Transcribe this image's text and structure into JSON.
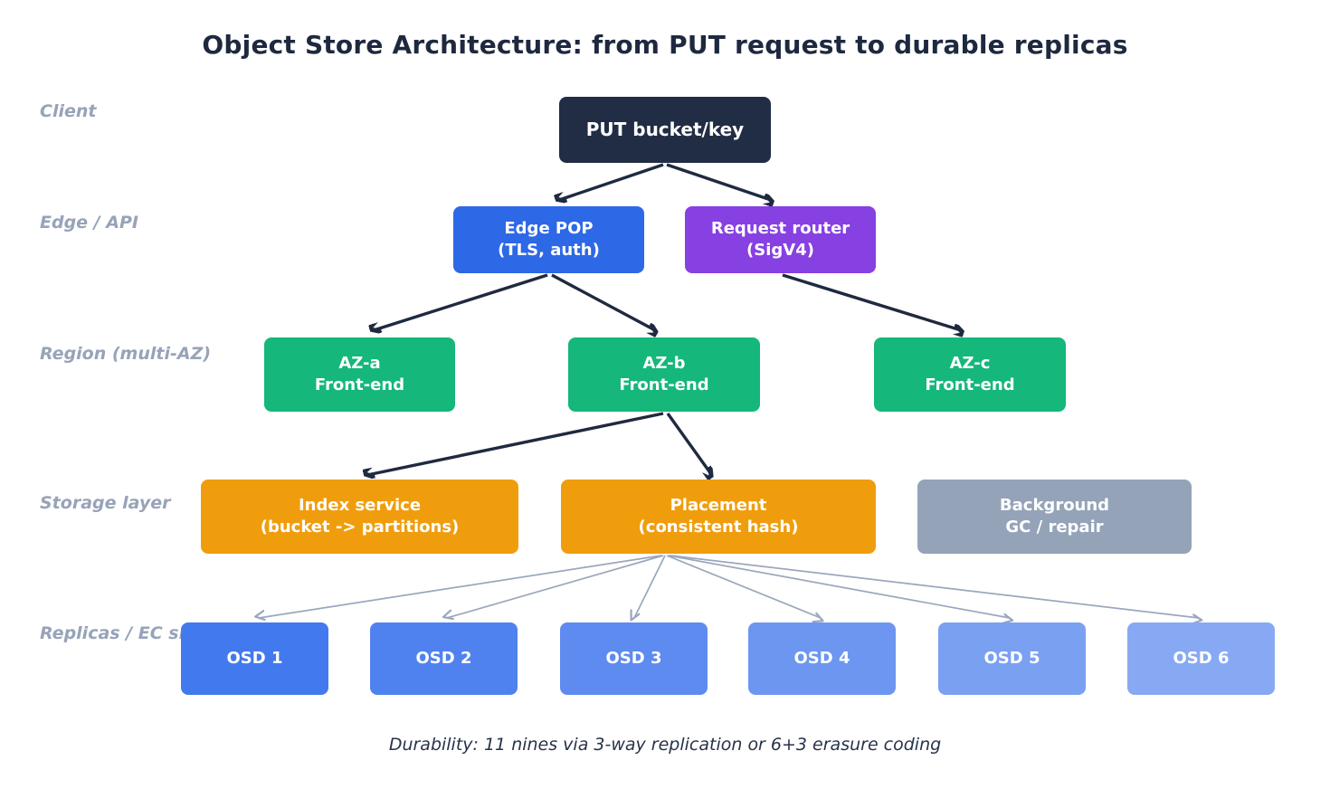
{
  "title": "Object Store Architecture: from PUT request to durable replicas",
  "layer_labels": {
    "client": "Client",
    "edge": "Edge / API",
    "region": "Region (multi-AZ)",
    "storage": "Storage layer",
    "replicas": "Replicas / EC shards"
  },
  "nodes": {
    "put": {
      "label": "PUT bucket/key"
    },
    "edge_pop": {
      "line1": "Edge POP",
      "line2": "(TLS, auth)"
    },
    "request_router": {
      "line1": "Request router",
      "line2": "(SigV4)"
    },
    "az_a": {
      "line1": "AZ-a",
      "line2": "Front-end"
    },
    "az_b": {
      "line1": "AZ-b",
      "line2": "Front-end"
    },
    "az_c": {
      "line1": "AZ-c",
      "line2": "Front-end"
    },
    "index_service": {
      "line1": "Index service",
      "line2": "(bucket -> partitions)"
    },
    "placement": {
      "line1": "Placement",
      "line2": "(consistent hash)"
    },
    "background_gc": {
      "line1": "Background",
      "line2": "GC / repair"
    },
    "osds": [
      "OSD 1",
      "OSD 2",
      "OSD 3",
      "OSD 4",
      "OSD 5",
      "OSD 6"
    ]
  },
  "footer": "Durability: 11 nines via 3-way replication or 6+3 erasure coding",
  "colors": {
    "background": "#ffffff",
    "title_text": "#1e2940",
    "layer_label_text": "#97a3b8",
    "put_box": "#212d44",
    "edge_pop_box": "#2d68e6",
    "request_router_box": "#8740e2",
    "az_box": "#15b77b",
    "storage_box": "#f09d0d",
    "background_gc_box": "#94a3b8",
    "arrow_dark": "#1f2a40",
    "arrow_light": "#9aa7bc",
    "footer_text": "#273349",
    "osd_fills": [
      "#4379ee",
      "#5082ef",
      "#5e8bf0",
      "#6d96f1",
      "#7aa0f2",
      "#87a9f4"
    ]
  }
}
